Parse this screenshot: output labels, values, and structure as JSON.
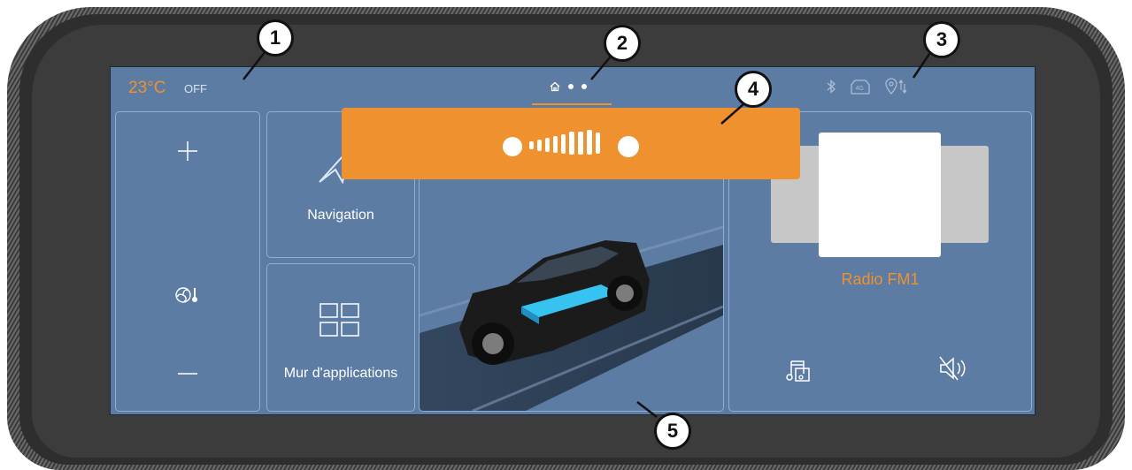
{
  "status_bar": {
    "temperature": "23°C",
    "climate_state": "OFF",
    "icons": [
      "home-icon",
      "bluetooth-icon",
      "4g-icon",
      "location-sync-icon"
    ]
  },
  "tiles": {
    "climate": {
      "icons": [
        "plus-icon",
        "fan-temperature-icon",
        "minus-icon"
      ]
    },
    "navigation": {
      "label": "Navigation",
      "icon": "navigation-arrow-icon"
    },
    "apps": {
      "label": "Mur d'applications",
      "icon": "app-grid-icon"
    },
    "radio": {
      "station": "Radio FM1",
      "icons": [
        "music-source-icon",
        "mute-icon"
      ]
    }
  },
  "banner": {
    "icon": "brand-logo-icon"
  },
  "callouts": [
    "1",
    "2",
    "3",
    "4",
    "5"
  ],
  "colors": {
    "accent": "#f0912f",
    "screen": "#5c7ca3",
    "tile_border": "#8fb0d4"
  }
}
